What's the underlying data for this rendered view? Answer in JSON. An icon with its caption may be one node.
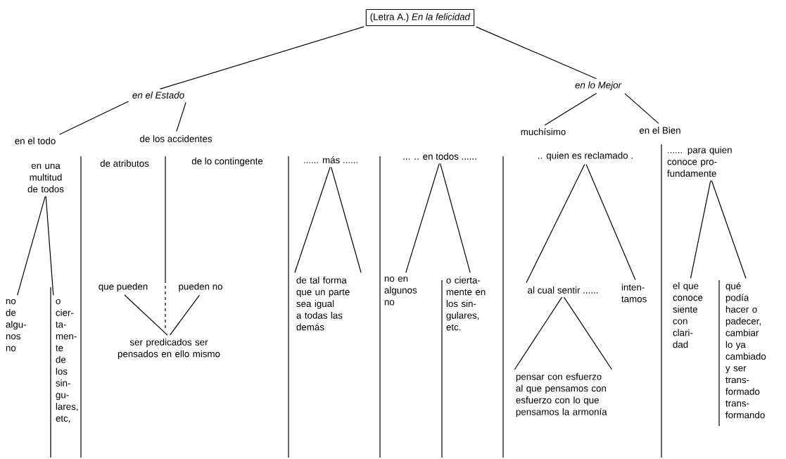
{
  "diagram": {
    "nodes": [
      {
        "text": [
          "(Letra A.) *En la felicidad*"
        ]
      },
      {
        "text": [
          "en el Estado"
        ]
      },
      {
        "text": [
          "en lo Mejor"
        ]
      },
      {
        "text": [
          "en el todo"
        ]
      },
      {
        "text": [
          "de los accidentes"
        ]
      },
      {
        "text": [
          "muchísimo"
        ]
      },
      {
        "text": [
          "en el Bien"
        ]
      },
      {
        "text": [
          "en una multitud de todos"
        ]
      },
      {
        "text": [
          "no de algu- nos no"
        ]
      },
      {
        "text": [
          "o cier- ta- men- te de los sin- gu- lares, etc,"
        ]
      },
      {
        "text": [
          "que pueden"
        ]
      },
      {
        "text": [
          "pueden no"
        ]
      },
      {
        "text": [
          "ser predicados ser pensados en ello mismo"
        ]
      },
      {
        "text": [
          "...... más ......"
        ]
      },
      {
        "text": [
          "de tal forma que un parte sea igual a todas las demás"
        ]
      },
      {
        "text": [
          "... .. en todos ......"
        ]
      },
      {
        "text": [
          "no en algunos no"
        ]
      },
      {
        "text": [
          "o cierta- mente en los sin- gulares, etc."
        ]
      },
      {
        "text": [
          ".. quien es reclamado ."
        ]
      },
      {
        "text": [
          "al cual sentir ......"
        ]
      },
      {
        "text": [
          "inten- tamos"
        ]
      },
      {
        "text": [
          "pensar con esfuerzo al que pensamos con esfuerzo con lo que pensamos la armonía"
        ]
      },
      {
        "text": [
          "...... para quien conoce pro- fundamente"
        ]
      },
      {
        "text": [
          "el que conoce siente con clari- dad"
        ]
      },
      {
        "text": [
          "qué podía hacer o padecer, cambiar lo ya cambiado y ser trans- formado trans- formando"
        ]
      }
    ],
    "edges": [
      {
        "from": 0,
        "to": 1,
        "arrow": "none"
      },
      {
        "from": 0,
        "to": 2,
        "arrow": "none"
      },
      {
        "from": 1,
        "to": 3,
        "arrow": "none"
      },
      {
        "from": 1,
        "to": 4,
        "arrow": "none"
      },
      {
        "from": 2,
        "to": 5,
        "arrow": "none"
      },
      {
        "from": 2,
        "to": 6,
        "arrow": "none"
      },
      {
        "from": 7,
        "to": 8,
        "arrow": "none"
      },
      {
        "from": 7,
        "to": 9,
        "arrow": "none"
      },
      {
        "from": 10,
        "to": 12,
        "arrow": "none"
      },
      {
        "from": 11,
        "to": 12,
        "arrow": "none"
      },
      {
        "from": 13,
        "to": 14,
        "arrow": "none"
      },
      {
        "from": 13,
        "to": 14,
        "arrow": "none"
      },
      {
        "from": 15,
        "to": 16,
        "arrow": "none"
      },
      {
        "from": 15,
        "to": 17,
        "arrow": "none"
      },
      {
        "from": 18,
        "to": 19,
        "arrow": "none"
      },
      {
        "from": 18,
        "to": 20,
        "arrow": "none"
      },
      {
        "from": 19,
        "to": 21,
        "arrow": "none"
      },
      {
        "from": 19,
        "to": 21,
        "arrow": "none"
      },
      {
        "from": 22,
        "to": 23,
        "arrow": "none"
      },
      {
        "from": 22,
        "to": 24,
        "arrow": "none"
      }
    ],
    "labels": [
      "de atributos",
      "de lo contingente"
    ]
  }
}
